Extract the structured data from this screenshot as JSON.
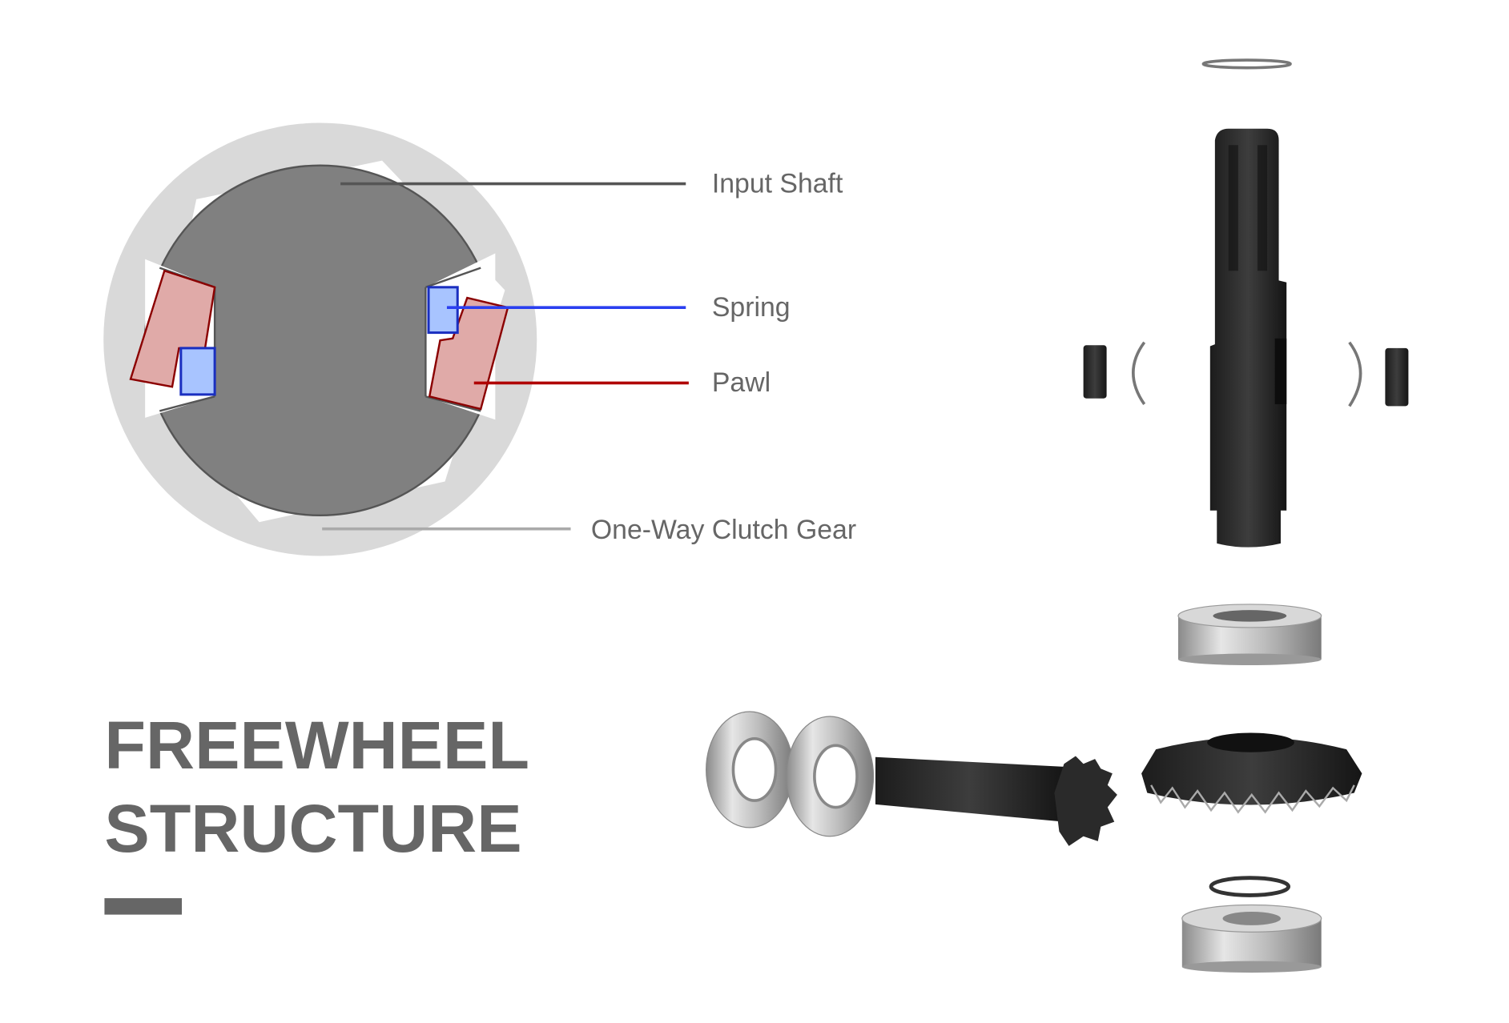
{
  "labels": {
    "input_shaft": "Input Shaft",
    "spring": "Spring",
    "pawl": "Pawl",
    "clutch_gear": "One-Way Clutch Gear"
  },
  "title": {
    "line1": "FREEWHEEL",
    "line2": "STRUCTURE"
  },
  "colors": {
    "text": "#666666",
    "gear_ring": "#d9d9d9",
    "shaft": "#808080",
    "pawl_fill": "#e0aaa8",
    "pawl_stroke": "#8b0000",
    "spring_fill": "#a8c4ff",
    "spring_stroke": "#1a2fc0",
    "spring_leader": "#2a3ff0",
    "pawl_leader": "#b00000"
  }
}
